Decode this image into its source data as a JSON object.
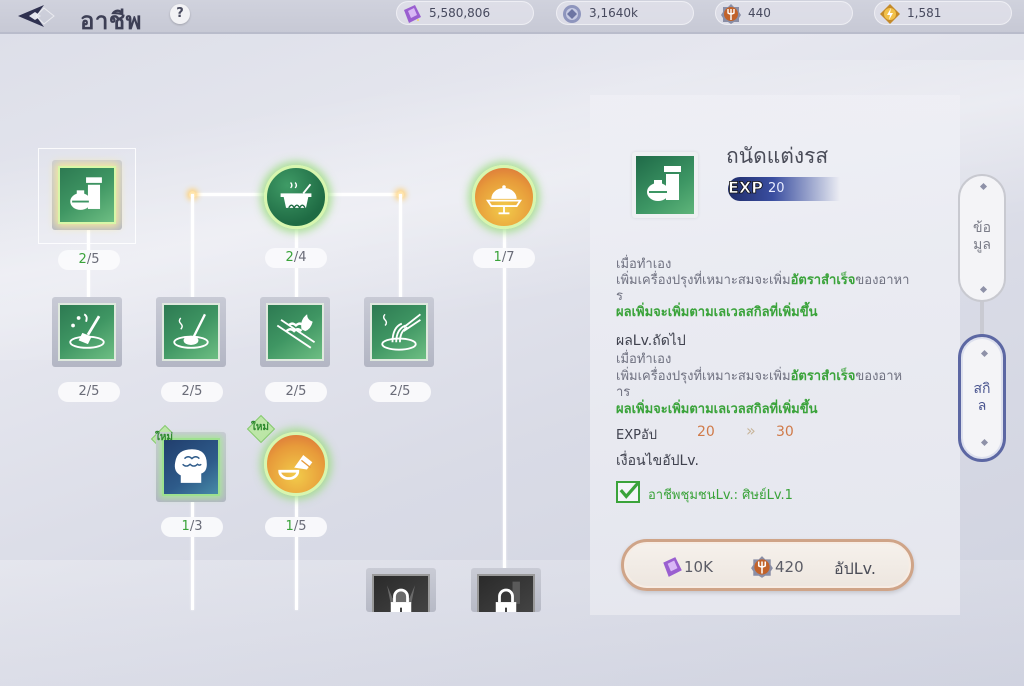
{
  "header": {
    "title": "อาชีพ",
    "help_label": "?"
  },
  "currencies": [
    {
      "name": "purple-crystal",
      "value": "5,580,806"
    },
    {
      "name": "silver-coin",
      "value": "3,1640k"
    },
    {
      "name": "cooking-point",
      "value": "440"
    },
    {
      "name": "energy",
      "value": "1,581"
    }
  ],
  "tree": {
    "nodes": [
      {
        "id": "seasoning-expert",
        "level_cur": "2",
        "level_max": "/5",
        "shape": "square",
        "selected": true
      },
      {
        "id": "stew",
        "level_cur": "2",
        "level_max": "/4",
        "shape": "circle"
      },
      {
        "id": "feast",
        "level_cur": "1",
        "level_max": "/7",
        "shape": "circle"
      },
      {
        "id": "stir-fry",
        "level": "2/5",
        "shape": "square"
      },
      {
        "id": "boil",
        "level": "2/5",
        "shape": "square"
      },
      {
        "id": "grill",
        "level": "2/5",
        "shape": "square"
      },
      {
        "id": "noodles",
        "level": "2/5",
        "shape": "square"
      },
      {
        "id": "mind",
        "level_cur": "1",
        "level_max": "/3",
        "shape": "square",
        "badge": "ใหม่"
      },
      {
        "id": "bake",
        "level_cur": "1",
        "level_max": "/5",
        "shape": "circle",
        "badge": "ใหม่"
      },
      {
        "id": "locked-1",
        "locked": true
      },
      {
        "id": "locked-2",
        "locked": true
      }
    ]
  },
  "detail": {
    "skill_name": "ถนัดแต่งรส",
    "exp_label": "EXP",
    "exp_value": "20",
    "current": {
      "line1": "เมื่อทำเอง",
      "line2_pre": "เพิ่มเครื่องปรุงที่เหมาะสมจะเพิ่ม",
      "line2_hl": "อัตราสำเร็จ",
      "line2_post": "ของอาหา",
      "line3": "ร",
      "line4": "ผลเพิ่มจะเพิ่มตามเลเวลสกิลที่เพิ่มขึ้น"
    },
    "next_heading": "ผลLv.ถัดไป",
    "next": {
      "line1": "เมื่อทำเอง",
      "line2_pre": "เพิ่มเครื่องปรุงที่เหมาะสมจะเพิ่ม",
      "line2_hl": "อัตราสำเร็จ",
      "line2_post": "ของอาห",
      "line3": "าร",
      "line4": "ผลเพิ่มจะเพิ่มตามเลเวลสกิลที่เพิ่มขึ้น"
    },
    "exp_up_label": "EXPอัป",
    "exp_up_from": "20",
    "exp_up_arrow": "»",
    "exp_up_to": "30",
    "condition_heading": "เงื่อนไขอัปLv.",
    "condition_text": "อาชีพชุมชนLv.: ศิษย์Lv.1",
    "upgrade": {
      "cost1": "10K",
      "cost2": "420",
      "label": "อัปLv."
    }
  },
  "side_tabs": [
    {
      "label_1": "ข้อ",
      "label_2": "มูล",
      "active": false
    },
    {
      "label_1": "สกิ",
      "label_2": "ล",
      "active": true
    }
  ]
}
